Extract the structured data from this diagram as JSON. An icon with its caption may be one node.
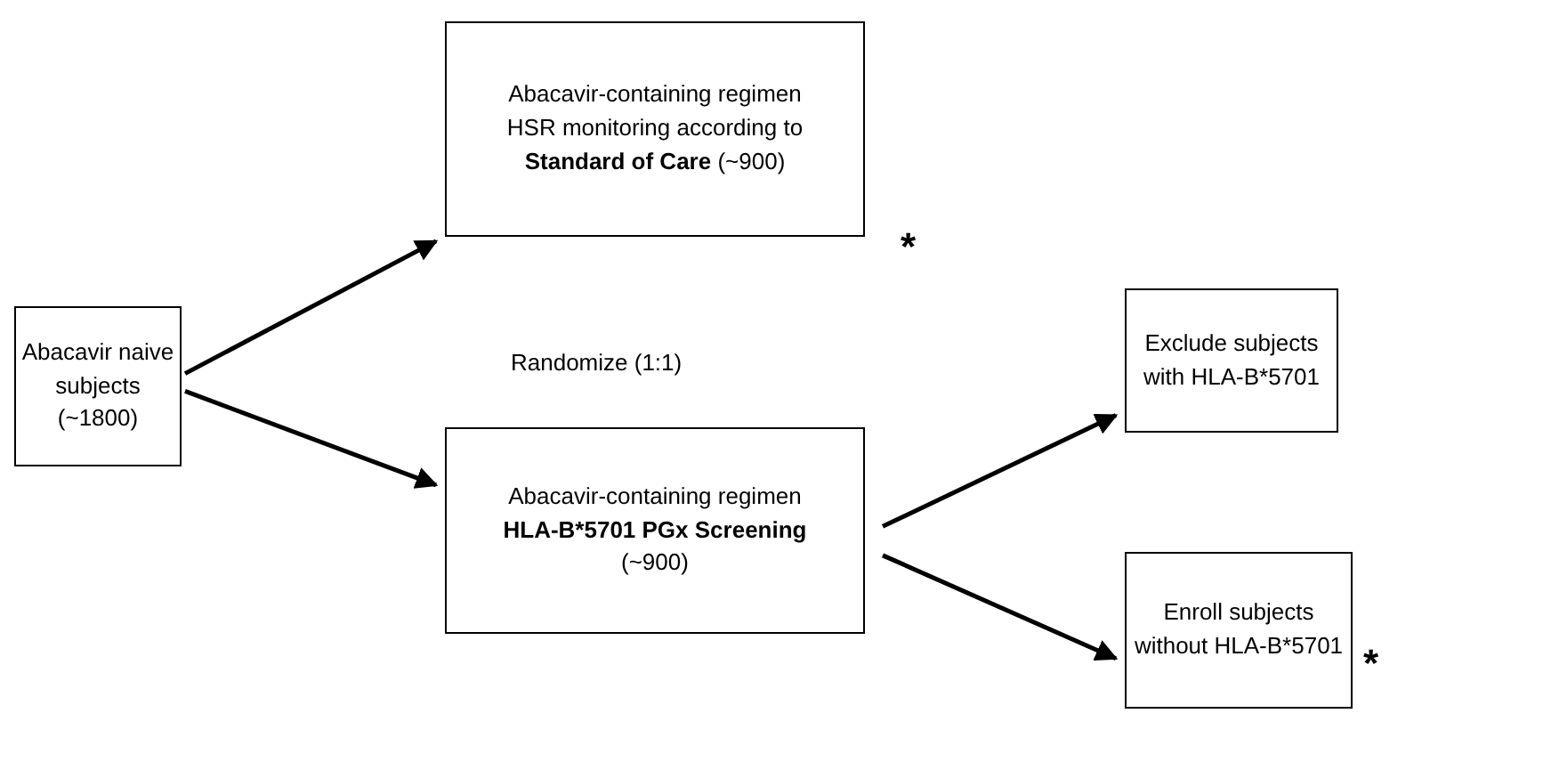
{
  "diagram": {
    "nodes": [
      {
        "text": [
          "Abacavir naive subjects (~1800)"
        ]
      },
      {
        "text": [
          "Abacavir-containing regimen HSR monitoring according to **Standard of Care** (~900)"
        ],
        "beside": [
          "*"
        ]
      },
      {
        "text": [
          "Abacavir-containing regimen **HLA-B*5701 PGx Screening** (~900)"
        ]
      },
      {
        "text": [
          "Exclude subjects with HLA-B*5701"
        ]
      },
      {
        "text": [
          "Enroll subjects without HLA-B*5701"
        ],
        "beside": [
          "*"
        ]
      }
    ],
    "edges": [
      {
        "from": 0,
        "to": 1,
        "arrow": "to"
      },
      {
        "from": 0,
        "to": 2,
        "arrow": "to"
      },
      {
        "from": 2,
        "to": 3,
        "arrow": "to"
      },
      {
        "from": 2,
        "to": 4,
        "arrow": "to"
      }
    ],
    "labels": [
      "Randomize (1:1)"
    ]
  }
}
